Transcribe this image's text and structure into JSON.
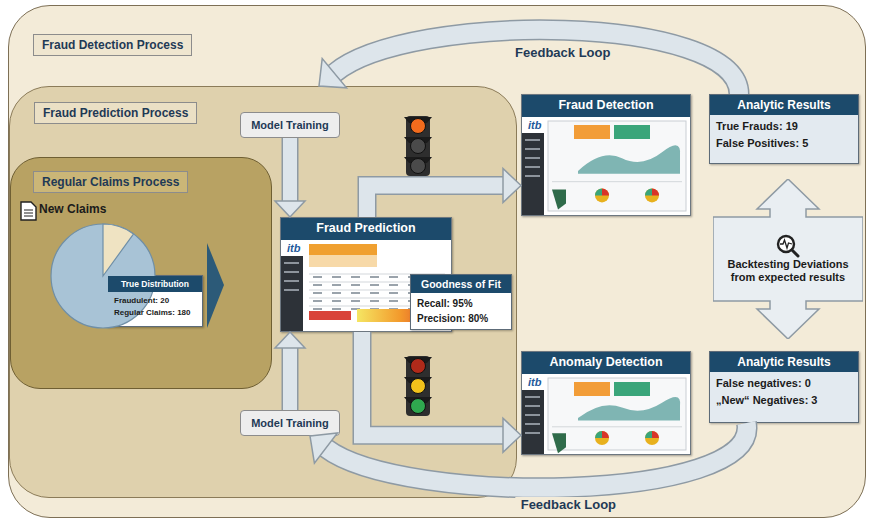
{
  "diagram": {
    "nodes": [
      {
        "text": [
          "Fraud Detection Process"
        ]
      },
      {
        "text": [
          "Fraud Prediction Process"
        ],
        "in": 0
      },
      {
        "text": [
          "Regular Claims Process"
        ],
        "in": 1
      },
      {
        "text": [
          "True Distribution",
          "Fraudulent: 20",
          "Regular Claims: 180"
        ],
        "in": 2
      },
      {
        "text": [
          "Model Training"
        ],
        "in": 1
      },
      {
        "text": [
          "Fraud Prediction"
        ],
        "in": 1
      },
      {
        "text": [
          "Goodness of Fit",
          "Recall: 95%",
          "Precision: 80%"
        ],
        "in": 1
      },
      {
        "text": [
          "Model Training"
        ],
        "in": 1
      },
      {
        "text": [
          "Fraud Detection"
        ],
        "in": 0
      },
      {
        "text": [
          "Analytic Results",
          "True Frauds: 19",
          "False Positives: 5"
        ],
        "in": 0
      },
      {
        "text": [
          "Backtesting Deviations from expected results"
        ],
        "in": 0
      },
      {
        "text": [
          "Anomaly Detection"
        ],
        "in": 0
      },
      {
        "text": [
          "Analytic Results",
          "False negatives: 0",
          "„New“ Negatives: 3"
        ],
        "in": 0
      }
    ],
    "edges": [
      {
        "from": 4,
        "to": 5,
        "arrow": "to"
      },
      {
        "from": 7,
        "to": 5,
        "arrow": "to"
      },
      {
        "from": 5,
        "to": 8,
        "arrow": "to"
      },
      {
        "from": 5,
        "to": 11,
        "arrow": "to"
      },
      {
        "from": 9,
        "to": 1,
        "label": "Feedback Loop",
        "arrow": "to"
      },
      {
        "from": 12,
        "to": 7,
        "label": "Feedback Loop",
        "arrow": "to"
      }
    ],
    "labels": [
      "New Claims",
      "itb",
      "itb",
      "itb"
    ]
  }
}
